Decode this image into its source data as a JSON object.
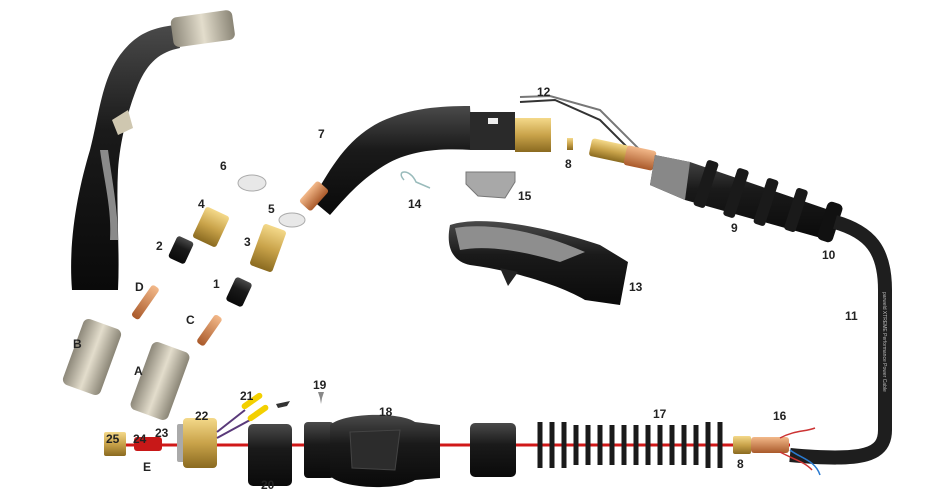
{
  "diagram": {
    "title_hidden": "",
    "part_labels": {
      "p1": "1",
      "p2": "2",
      "p3": "3",
      "p4": "4",
      "p5": "5",
      "p6": "6",
      "p7": "7",
      "p8a": "8",
      "p8b": "8",
      "p9": "9",
      "p10": "10",
      "p11": "11",
      "p12": "12",
      "p13": "13",
      "p14": "14",
      "p15": "15",
      "p16": "16",
      "p17": "17",
      "p18": "18",
      "p19": "19",
      "p20": "20",
      "p21": "21",
      "p22": "22",
      "p23": "23",
      "p24": "24",
      "p25": "25",
      "pA": "A",
      "pB": "B",
      "pC": "C",
      "pD": "D",
      "pE": "E"
    },
    "cable_print": "parweld  XTREME  Performance Power Cable",
    "colors": {
      "black": "#1c1c1c",
      "brass": "#c9a34a",
      "copper": "#d08a55",
      "silver": "#bdb7a6",
      "red": "#d01818",
      "grey": "#9a9a9a"
    }
  }
}
